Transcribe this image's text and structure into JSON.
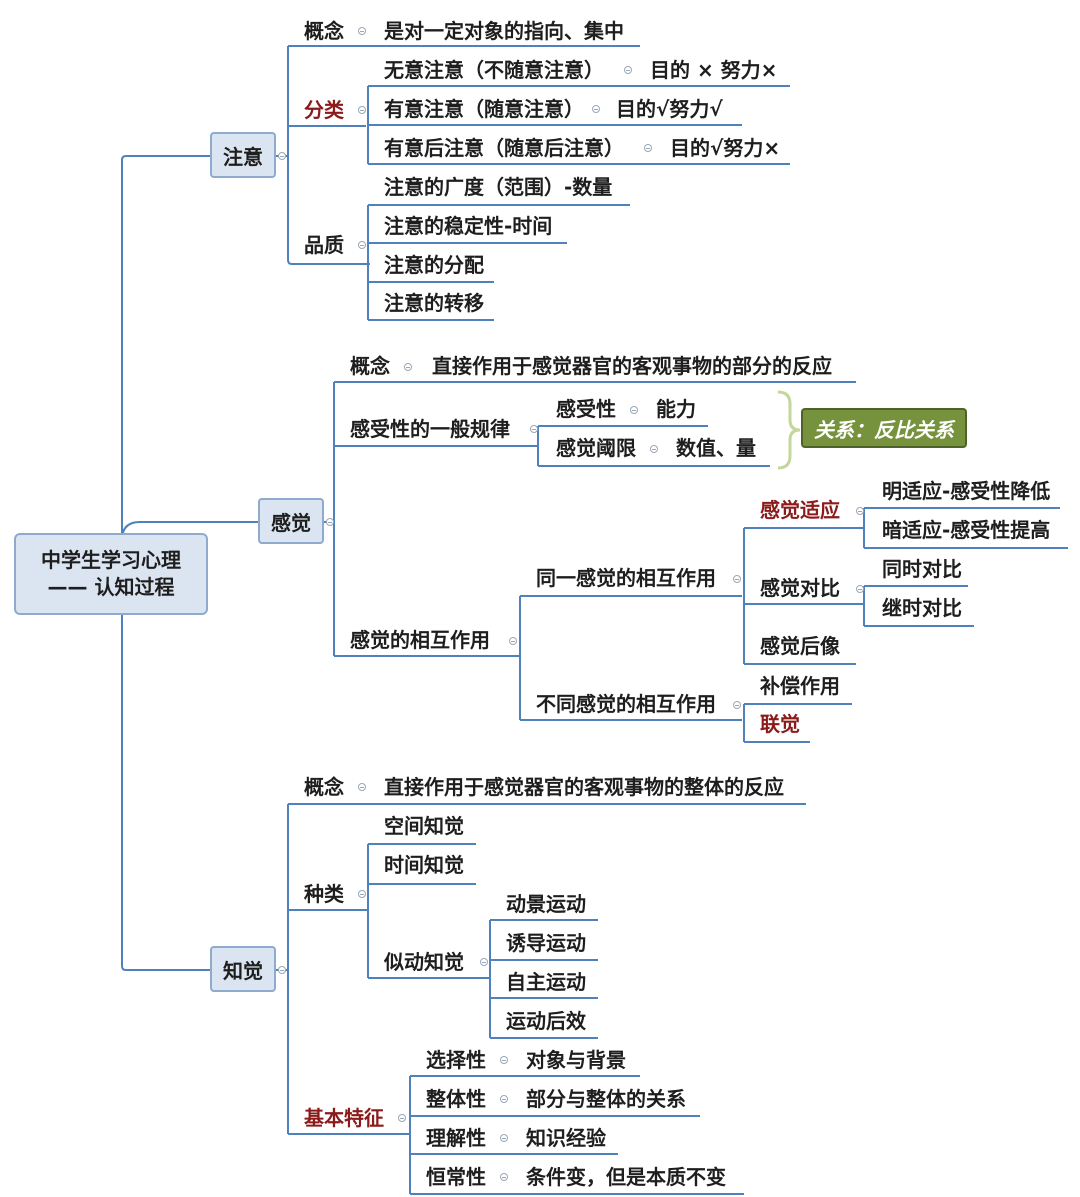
{
  "root": {
    "line1": "中学生学习心理",
    "line2": "—— 认知过程"
  },
  "attention": {
    "title": "注意",
    "concept_label": "概念",
    "concept_text": "是对一定对象的指向、集中",
    "types_label": "分类",
    "types": [
      {
        "name": "无意注意（不随意注意）",
        "desc": "目的 × 努力×"
      },
      {
        "name": "有意注意（随意注意）",
        "desc": "目的√努力√"
      },
      {
        "name": "有意后注意（随意后注意）",
        "desc": "目的√努力×"
      }
    ],
    "quality_label": "品质",
    "qualities": [
      "注意的广度（范围）-数量",
      "注意的稳定性-时间",
      "注意的分配",
      "注意的转移"
    ]
  },
  "sensation": {
    "title": "感觉",
    "concept_label": "概念",
    "concept_text": "直接作用于感觉器官的客观事物的部分的反应",
    "law_label": "感受性的一般规律",
    "laws": [
      {
        "name": "感受性",
        "desc": "能力"
      },
      {
        "name": "感觉阈限",
        "desc": "数值、量"
      }
    ],
    "relation_tag": "关系：反比关系",
    "interaction_label": "感觉的相互作用",
    "same_label": "同一感觉的相互作用",
    "adaptation_label": "感觉适应",
    "adaptations": [
      "明适应-感受性降低",
      "暗适应-感受性提高"
    ],
    "contrast_label": "感觉对比",
    "contrasts": [
      "同时对比",
      "继时对比"
    ],
    "afterimage": "感觉后像",
    "different_label": "不同感觉的相互作用",
    "different": [
      "补偿作用",
      "联觉"
    ]
  },
  "perception": {
    "title": "知觉",
    "concept_label": "概念",
    "concept_text": "直接作用于感觉器官的客观事物的整体的反应",
    "kinds_label": "种类",
    "kinds": [
      "空间知觉",
      "时间知觉"
    ],
    "apparent_label": "似动知觉",
    "apparent": [
      "动景运动",
      "诱导运动",
      "自主运动",
      "运动后效"
    ],
    "features_label": "基本特征",
    "features": [
      {
        "name": "选择性",
        "desc": "对象与背景"
      },
      {
        "name": "整体性",
        "desc": "部分与整体的关系"
      },
      {
        "name": "理解性",
        "desc": "知识经验"
      },
      {
        "name": "恒常性",
        "desc": "条件变，但是本质不变"
      }
    ]
  },
  "colors": {
    "line": "#4f81bd",
    "underline": "#4f81bd",
    "highlight_text": "#8b1a1a",
    "box_fill": "#dbe5f1",
    "tag_fill": "#76923c",
    "bracket": "#c4d79b"
  }
}
